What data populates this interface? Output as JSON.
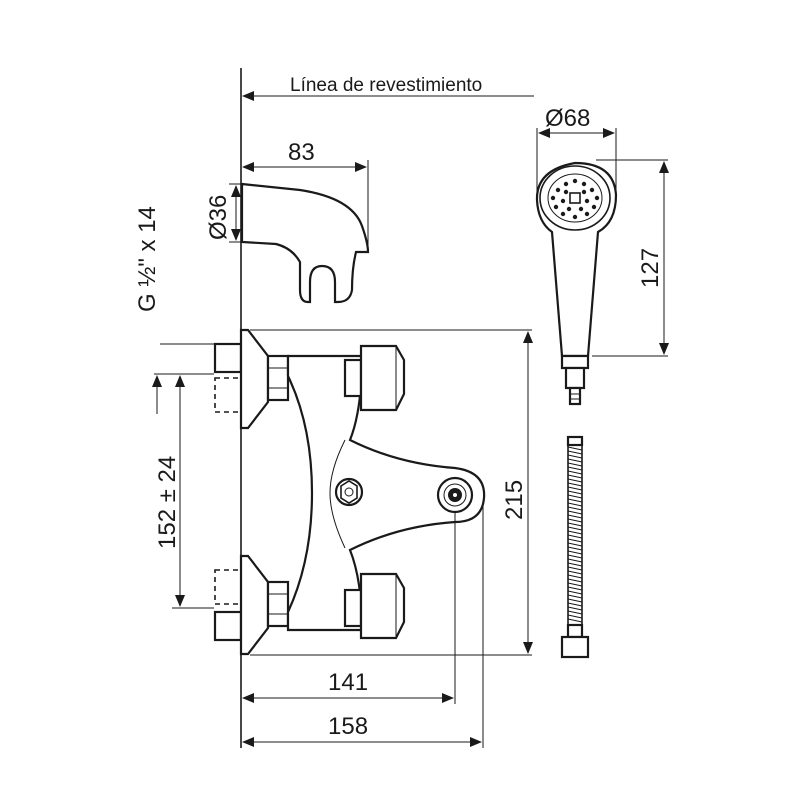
{
  "labels": {
    "coating_line": "Línea de revestimiento",
    "spout_length": "83",
    "spout_diameter": "Ø36",
    "thread": "G ½\" x 14",
    "inlet_spacing": "152 ± 24",
    "handset_diameter": "Ø68",
    "handset_length": "127",
    "total_height": "215",
    "outlet_depth": "141",
    "total_depth": "158"
  },
  "colors": {
    "stroke": "#1a1a1a",
    "background": "#ffffff"
  }
}
